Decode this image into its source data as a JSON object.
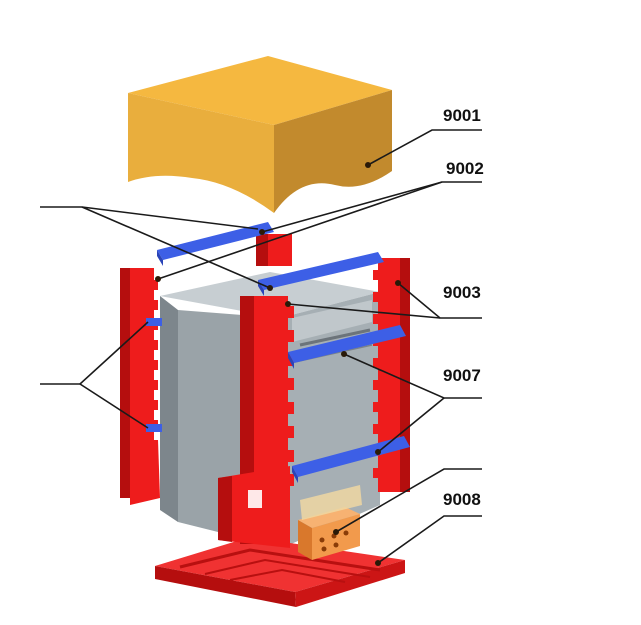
{
  "callouts": [
    {
      "id": "9001",
      "label": "9001"
    },
    {
      "id": "9002",
      "label": "9002"
    },
    {
      "id": "9003",
      "label": "9003"
    },
    {
      "id": "9007",
      "label": "9007"
    },
    {
      "id": "9008",
      "label": "9008"
    }
  ],
  "colors": {
    "cushion_top": "#f5b840",
    "cushion_front": "#e7ad3c",
    "cushion_side": "#c2892c",
    "red_part": "#ee1c1c",
    "red_dark": "#b50e0e",
    "blue_bar": "#3d5fe6",
    "blue_dark": "#2a44b8",
    "appliance_front": "#a3acb1",
    "appliance_top": "#c6cdd1",
    "appliance_side": "#868f95",
    "orange_part": "#f29a4c"
  }
}
